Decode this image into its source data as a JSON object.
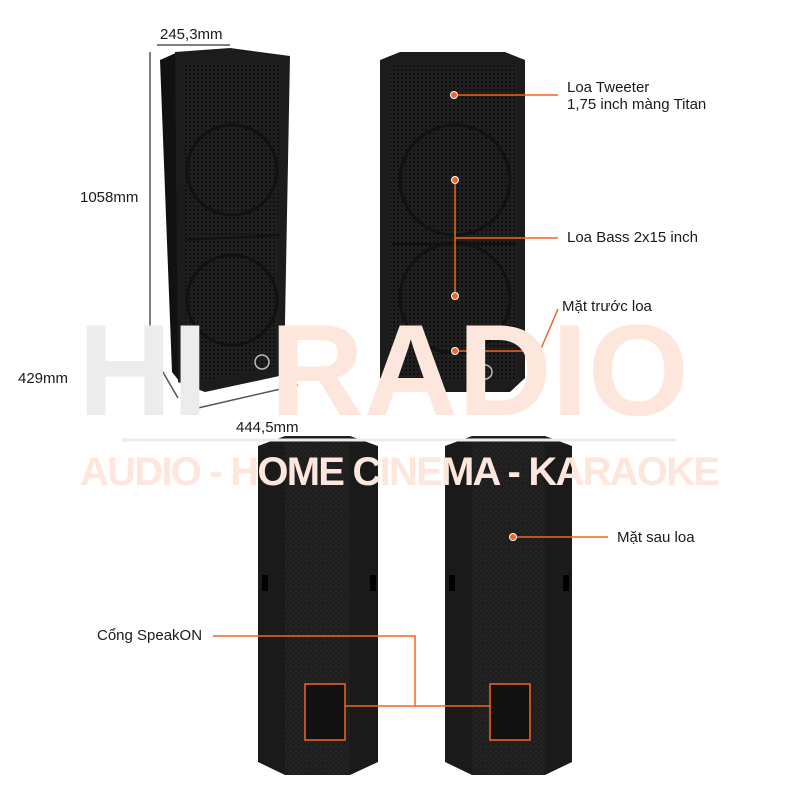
{
  "watermark": {
    "brand_left": "HI",
    "brand_right": "RADIO",
    "tagline": "AUDIO - HOME CINEMA - KARAOKE",
    "color_gray": "#ececec",
    "color_orange": "#fde6dc"
  },
  "dimensions": {
    "depth": "245,3mm",
    "height": "1058mm",
    "side": "429mm",
    "width": "444,5mm"
  },
  "annotations": {
    "tweeter_line1": "Loa Tweeter",
    "tweeter_line2": "1,75 inch màng Titan",
    "bass": "Loa Bass 2x15 inch",
    "front": "Mặt trước loa",
    "back": "Mặt sau loa",
    "speakon": "Cổng SpeakON"
  },
  "colors": {
    "accent": "#f26522",
    "cabinet": "#1c1c1c",
    "grille": "#2a2a2a",
    "text": "#1a1a1a"
  },
  "icons": [
    "speaker-front-angled",
    "speaker-front",
    "speaker-back",
    "brand-logo-badge",
    "speakon-panel"
  ]
}
